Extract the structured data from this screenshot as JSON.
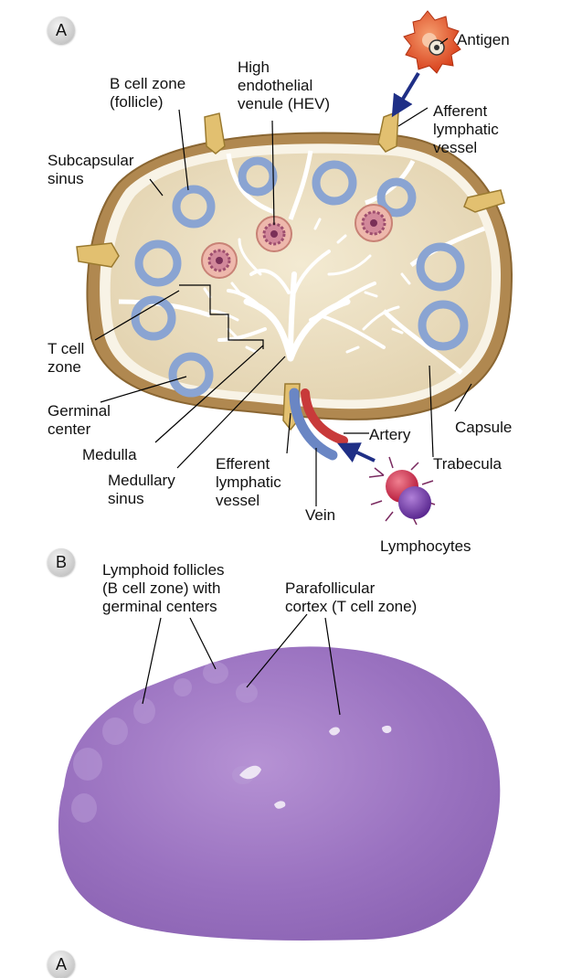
{
  "panel_a": {
    "badge": "A",
    "labels": {
      "antigen": "Antigen",
      "b_cell_zone": "B cell zone\n(follicle)",
      "hev": "High\nendothelial\nvenule (HEV)",
      "afferent": "Afferent\nlymphatic\nvessel",
      "subcapsular": "Subcapsular\nsinus",
      "t_cell_zone": "T cell\nzone",
      "germinal_center": "Germinal\ncenter",
      "medulla": "Medulla",
      "medullary_sinus": "Medullary\nsinus",
      "efferent": "Efferent\nlymphatic\nvessel",
      "vein": "Vein",
      "artery": "Artery",
      "capsule": "Capsule",
      "trabecula": "Trabecula",
      "lymphocytes": "Lymphocytes"
    }
  },
  "panel_b": {
    "badge": "B",
    "labels": {
      "follicles": "Lymphoid follicles\n(B cell zone) with\ngerminal centers",
      "parafollicular": "Parafollicular\ncortex (T cell zone)"
    }
  },
  "footer_badge": "A",
  "colors": {
    "capsule": "#b08850",
    "cortex": "#ece0c4",
    "follicle": "#8aa4d2",
    "hev": "#d89a90",
    "artery": "#c83a3a",
    "vein": "#6a86c4",
    "afferent_vessel": "#e2c070",
    "arrow": "#1f2f86",
    "antigen_cell": "#e45a30",
    "tissue": "#a680c8"
  }
}
